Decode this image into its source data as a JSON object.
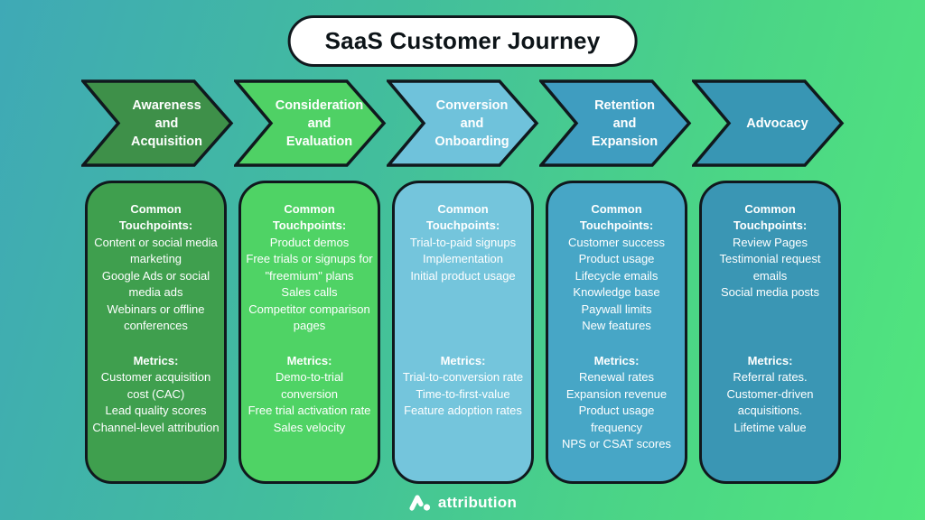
{
  "title": "SaaS Customer Journey",
  "card_headings": {
    "touchpoints": "Common Touchpoints:",
    "metrics": "Metrics:"
  },
  "colors": {
    "background_start": "#3fa9b6",
    "background_end": "#51e67d",
    "outline": "#10181d",
    "text_on_color": "#ffffff",
    "title_background": "#ffffff",
    "title_text": "#0d1418"
  },
  "stages": [
    {
      "label": "Awareness and Acquisition",
      "label_lines": [
        "Awareness",
        "and",
        "Acquisition"
      ],
      "arrow_color": "#3e9049",
      "card_color": "#3f9f4e",
      "touchpoints": [
        "Content or social media marketing",
        "Google Ads or social media ads",
        "Webinars or offline conferences"
      ],
      "metrics": [
        "Customer acquisition cost (CAC)",
        "Lead quality scores",
        "Channel-level attribution"
      ]
    },
    {
      "label": "Consideration and Evaluation",
      "label_lines": [
        "Consideration",
        "and",
        "Evaluation"
      ],
      "arrow_color": "#4fd165",
      "card_color": "#4fd365",
      "touchpoints": [
        "Product demos",
        "Free trials or signups for \"freemium\" plans",
        "Sales calls",
        "Competitor comparison pages"
      ],
      "metrics": [
        "Demo-to-trial conversion",
        "Free trial activation rate",
        "Sales velocity"
      ]
    },
    {
      "label": "Conversion and Onboarding",
      "label_lines": [
        "Conversion",
        "and",
        "Onboarding"
      ],
      "arrow_color": "#6fc2db",
      "card_color": "#74c5dc",
      "touchpoints": [
        "Trial-to-paid signups",
        "Implementation",
        "Initial product usage"
      ],
      "metrics": [
        "Trial-to-conversion rate",
        "Time-to-first-value",
        "Feature adoption rates"
      ]
    },
    {
      "label": "Retention and Expansion",
      "label_lines": [
        "Retention",
        "and",
        "Expansion"
      ],
      "arrow_color": "#3f9dc0",
      "card_color": "#47a6c6",
      "touchpoints": [
        "Customer success",
        "Product usage",
        "Lifecycle emails",
        "Knowledge base",
        "Paywall limits",
        "New features"
      ],
      "metrics": [
        "Renewal rates",
        "Expansion revenue",
        "Product usage frequency",
        "NPS or CSAT scores"
      ]
    },
    {
      "label": "Advocacy",
      "label_lines": [
        "Advocacy"
      ],
      "arrow_color": "#3896b4",
      "card_color": "#3a96b4",
      "touchpoints": [
        "Review Pages",
        "Testimonial request emails",
        "Social media posts"
      ],
      "metrics": [
        "Referral rates.",
        "Customer-driven acquisitions.",
        "Lifetime value"
      ]
    }
  ],
  "footer": {
    "brand": "attribution",
    "logo_icon": "attribution-logo-icon"
  }
}
